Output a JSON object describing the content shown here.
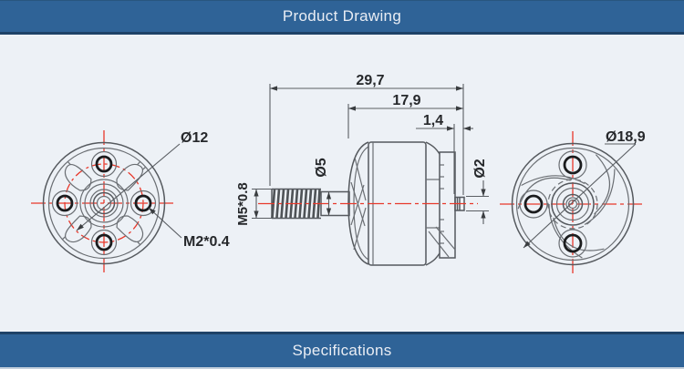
{
  "header": {
    "title": "Product Drawing"
  },
  "footer": {
    "title": "Specifications"
  },
  "colors": {
    "banner_blue": "#2f6397",
    "banner_edge_dark": "#1e4267",
    "page_background": "#edf1f6",
    "drawing_line_gray": "#55595e",
    "centerline_red": "#e8382b",
    "dimension_text": "#26282b"
  },
  "views": {
    "front": {
      "name": "front-view",
      "labels": {
        "bolt_circle_diameter": "Ø12",
        "mount_thread": "M2*0.4"
      }
    },
    "side": {
      "name": "side-view",
      "labels": {
        "overall_length": "29,7",
        "body_length": "17,9",
        "rear_shaft_length": "1,4",
        "shaft_diameter": "Ø5",
        "shaft_thread": "M5*0.8",
        "rear_shaft_diameter": "Ø2"
      }
    },
    "back": {
      "name": "back-view",
      "labels": {
        "bell_diameter": "Ø18,9"
      }
    }
  }
}
